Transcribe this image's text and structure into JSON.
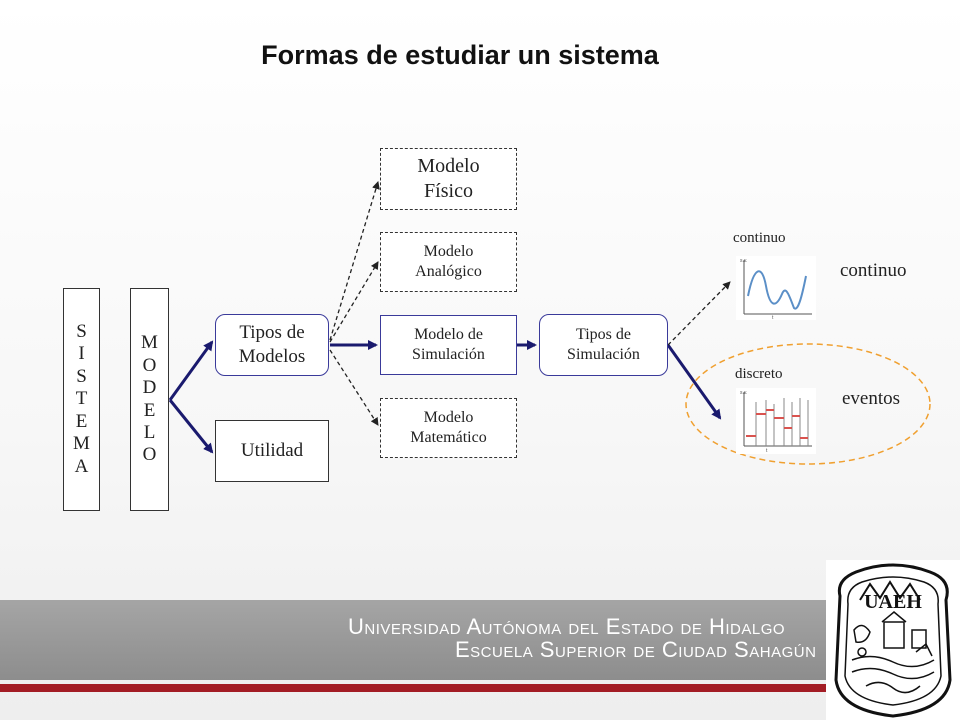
{
  "title": "Formas de estudiar un sistema",
  "nodes": {
    "sistema": [
      "S",
      "I",
      "S",
      "T",
      "E",
      "M",
      "A"
    ],
    "modelo": [
      "M",
      "O",
      "D",
      "E",
      "L",
      "O"
    ],
    "tipos_modelos": [
      "Tipos de",
      "Modelos"
    ],
    "utilidad": "Utilidad",
    "modelo_fisico": [
      "Modelo",
      "Físico"
    ],
    "modelo_analogico": [
      "Modelo",
      "Analógico"
    ],
    "modelo_simulacion": [
      "Modelo de",
      "Simulación"
    ],
    "modelo_matematico": [
      "Modelo",
      "Matemático"
    ],
    "tipos_simulacion": [
      "Tipos de",
      "Simulación"
    ]
  },
  "labels": {
    "continuo_small": "continuo",
    "discreto_small": "discreto",
    "continuo_large": "continuo",
    "eventos": "eventos"
  },
  "thumbnails": {
    "axis_label": "s.v.",
    "t_label": "t"
  },
  "footer": {
    "line1": "Universidad Autónoma del Estado de Hidalgo",
    "line2": "Escuela Superior de Ciudad Sahagún"
  },
  "logo": {
    "text": "UAEH"
  },
  "colors": {
    "arrow_bold": "#1a1a6e",
    "ellipse": "#f0a030",
    "footer_band": "#999999",
    "footer_line": "#a31d25",
    "plot_line": "#5b8fc7",
    "plot_steps": "#d9534f"
  }
}
